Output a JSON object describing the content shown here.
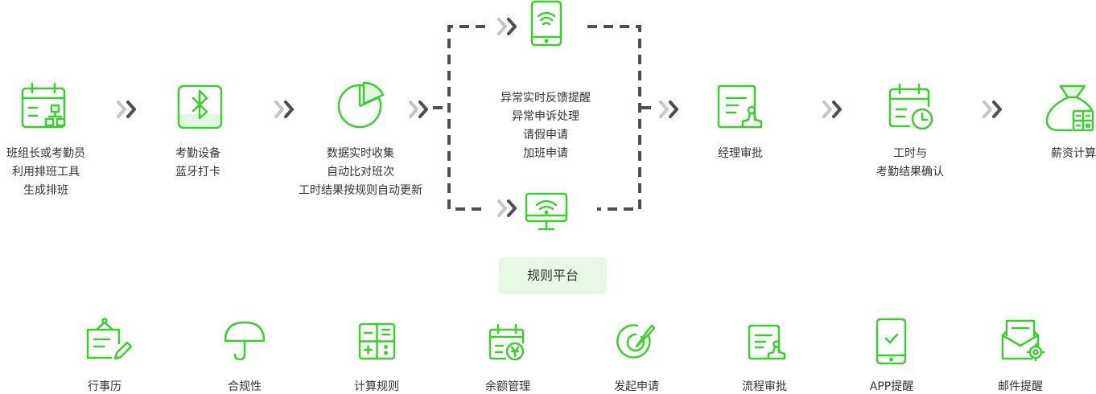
{
  "colors": {
    "accent": "#39d02e",
    "arrow_dark": "#4a4f56",
    "arrow_light": "#c3c6ca",
    "dashed_box": "#4a4f56",
    "badge_bg": "#e7f8e4"
  },
  "flow_steps": [
    {
      "id": "schedule",
      "icon": "calendar-org-chart-icon",
      "lines": [
        "班组长或考勤员",
        "利用排班工具",
        "生成排班"
      ]
    },
    {
      "id": "bluetooth",
      "icon": "bluetooth-icon",
      "lines": [
        "考勤设备",
        "蓝牙打卡"
      ]
    },
    {
      "id": "collect",
      "icon": "pie-chart-icon",
      "lines": [
        "数据实时收集",
        "自动比对班次",
        "工时结果按规则自动更新"
      ]
    },
    {
      "id": "center",
      "icon": "",
      "lines": [
        "异常实时反馈提醒",
        "异常申诉处理",
        "请假申请",
        "加班申请"
      ]
    },
    {
      "id": "manager",
      "icon": "approval-stamp-icon",
      "lines": [
        "经理审批"
      ]
    },
    {
      "id": "confirm",
      "icon": "calendar-clock-icon",
      "lines": [
        "工时与",
        "考勤结果确认"
      ]
    },
    {
      "id": "salary",
      "icon": "money-bag-calculator-icon",
      "lines": [
        "薪资计算"
      ]
    }
  ],
  "channel_icons": [
    "mobile-phone-wifi-icon",
    "desktop-monitor-wifi-icon"
  ],
  "platform_label": "规则平台",
  "features": [
    {
      "icon": "hanging-sign-pencil-icon",
      "label": "行事历"
    },
    {
      "icon": "umbrella-icon",
      "label": "合规性"
    },
    {
      "icon": "calculator-icon",
      "label": "计算规则"
    },
    {
      "icon": "calendar-money-icon",
      "label": "余额管理"
    },
    {
      "icon": "target-pencil-icon",
      "label": "发起申请"
    },
    {
      "icon": "approval-stamp-icon",
      "label": "流程审批"
    },
    {
      "icon": "mobile-phone-check-icon",
      "label": "APP提醒"
    },
    {
      "icon": "envelope-gear-icon",
      "label": "邮件提醒"
    }
  ]
}
